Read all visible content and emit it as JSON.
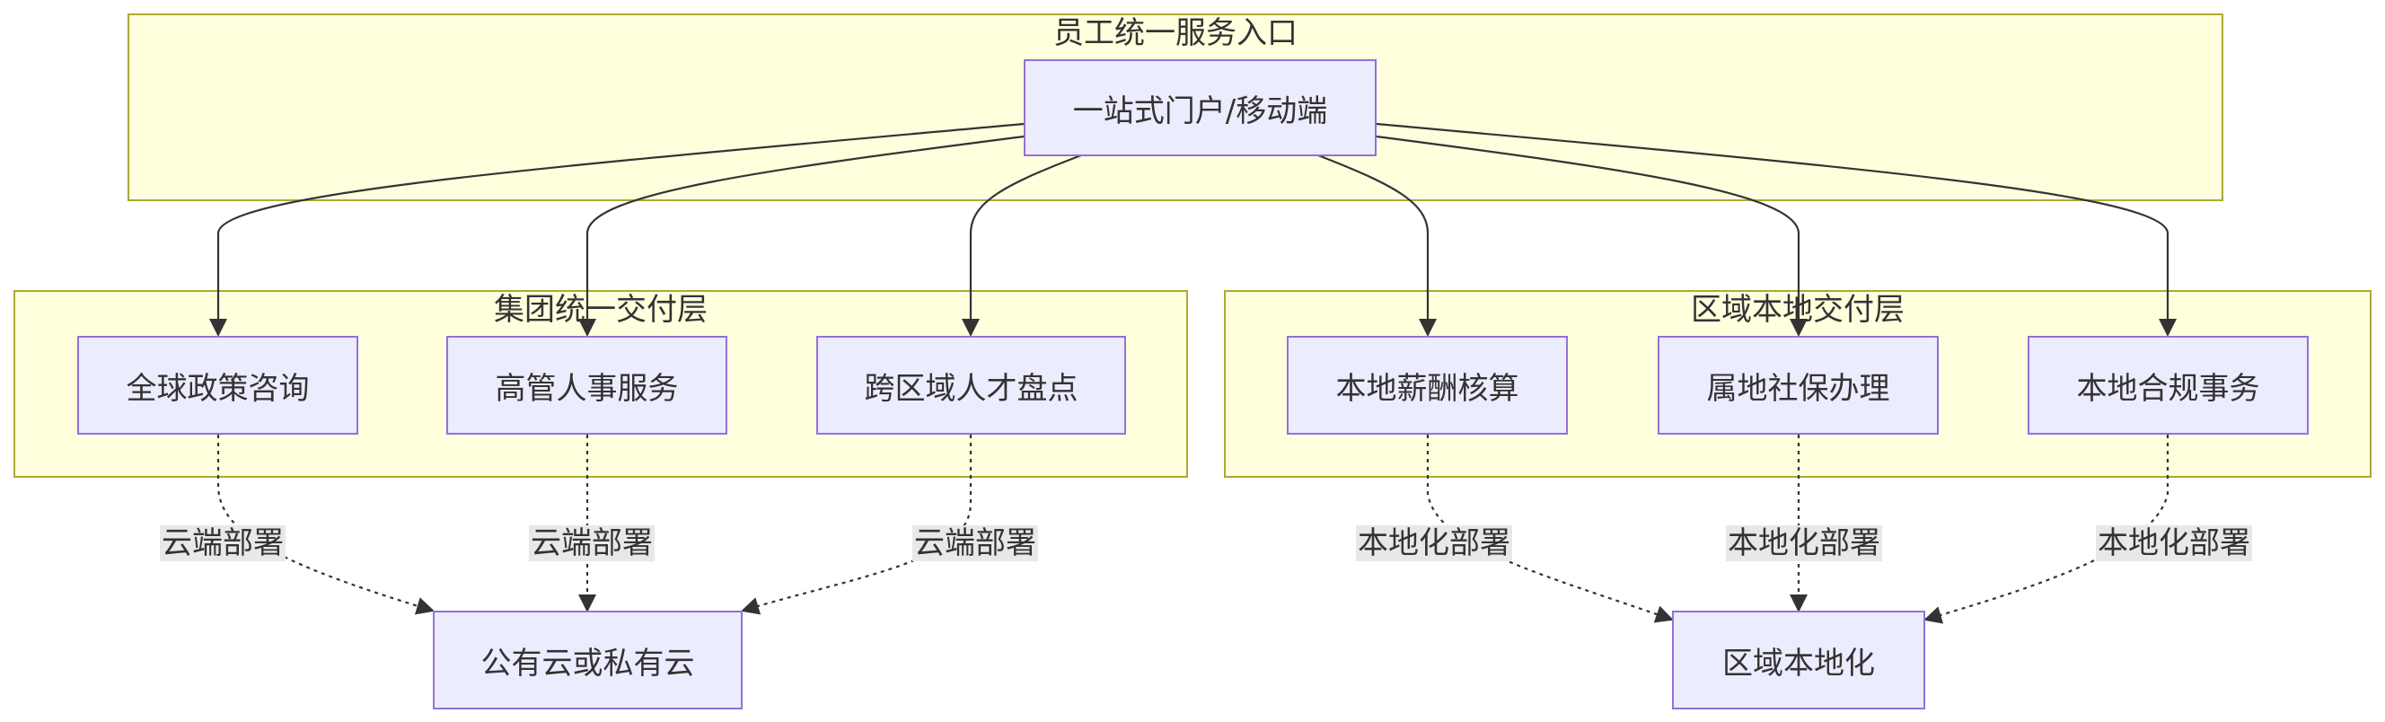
{
  "clusters": {
    "portal": {
      "title": "员工统一服务入口"
    },
    "group": {
      "title": "集团统一交付层"
    },
    "region": {
      "title": "区域本地交付层"
    }
  },
  "nodes": {
    "portal": "一站式门户/移动端",
    "global_policy": "全球政策咨询",
    "executive_hr": "高管人事服务",
    "talent_review": "跨区域人才盘点",
    "local_payroll": "本地薪酬核算",
    "social_insurance": "属地社保办理",
    "local_compliance": "本地合规事务",
    "cloud": "公有云或私有云",
    "localization": "区域本地化"
  },
  "edge_labels": {
    "cloud_deploy": "云端部署",
    "local_deploy": "本地化部署"
  }
}
